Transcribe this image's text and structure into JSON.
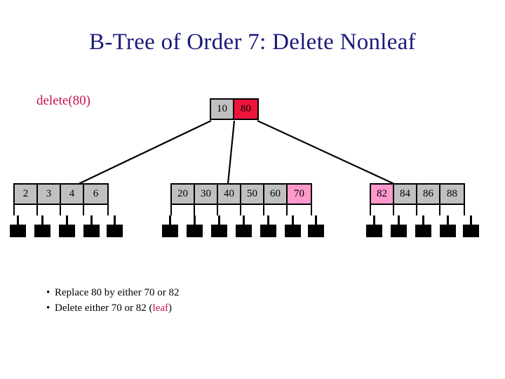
{
  "slide": {
    "title": "B-Tree of Order 7: Delete Nonleaf",
    "operation_label": "delete(80)",
    "title_color": "#1a1a7a",
    "accent_red": "#c8104e",
    "node_fill": "#c0c0c0",
    "highlight_pink": "#ff99cc",
    "highlight_red": "#f0143c"
  },
  "tree": {
    "root": {
      "name": "root-node",
      "cells": [
        {
          "value": "10",
          "fill": "gray"
        },
        {
          "value": "80",
          "fill": "red"
        }
      ]
    },
    "leaves": [
      {
        "name": "leaf-left",
        "cells": [
          {
            "value": "2",
            "fill": "gray"
          },
          {
            "value": "3",
            "fill": "gray"
          },
          {
            "value": "4",
            "fill": "gray"
          },
          {
            "value": "6",
            "fill": "gray"
          }
        ],
        "child_count": 5
      },
      {
        "name": "leaf-middle",
        "cells": [
          {
            "value": "20",
            "fill": "gray"
          },
          {
            "value": "30",
            "fill": "gray"
          },
          {
            "value": "40",
            "fill": "gray"
          },
          {
            "value": "50",
            "fill": "gray"
          },
          {
            "value": "60",
            "fill": "gray"
          },
          {
            "value": "70",
            "fill": "pink"
          }
        ],
        "child_count": 7
      },
      {
        "name": "leaf-right",
        "cells": [
          {
            "value": "82",
            "fill": "pink"
          },
          {
            "value": "84",
            "fill": "gray"
          },
          {
            "value": "86",
            "fill": "gray"
          },
          {
            "value": "88",
            "fill": "gray"
          }
        ],
        "child_count": 5
      }
    ]
  },
  "notes": [
    {
      "bullet": "•",
      "parts": [
        {
          "text": "Replace 80 by either 70 or 82",
          "color": "black"
        }
      ]
    },
    {
      "bullet": "•",
      "parts": [
        {
          "text": "Delete either 70 or 82 (",
          "color": "black"
        },
        {
          "text": "leaf",
          "color": "red"
        },
        {
          "text": ")",
          "color": "black"
        }
      ]
    }
  ]
}
